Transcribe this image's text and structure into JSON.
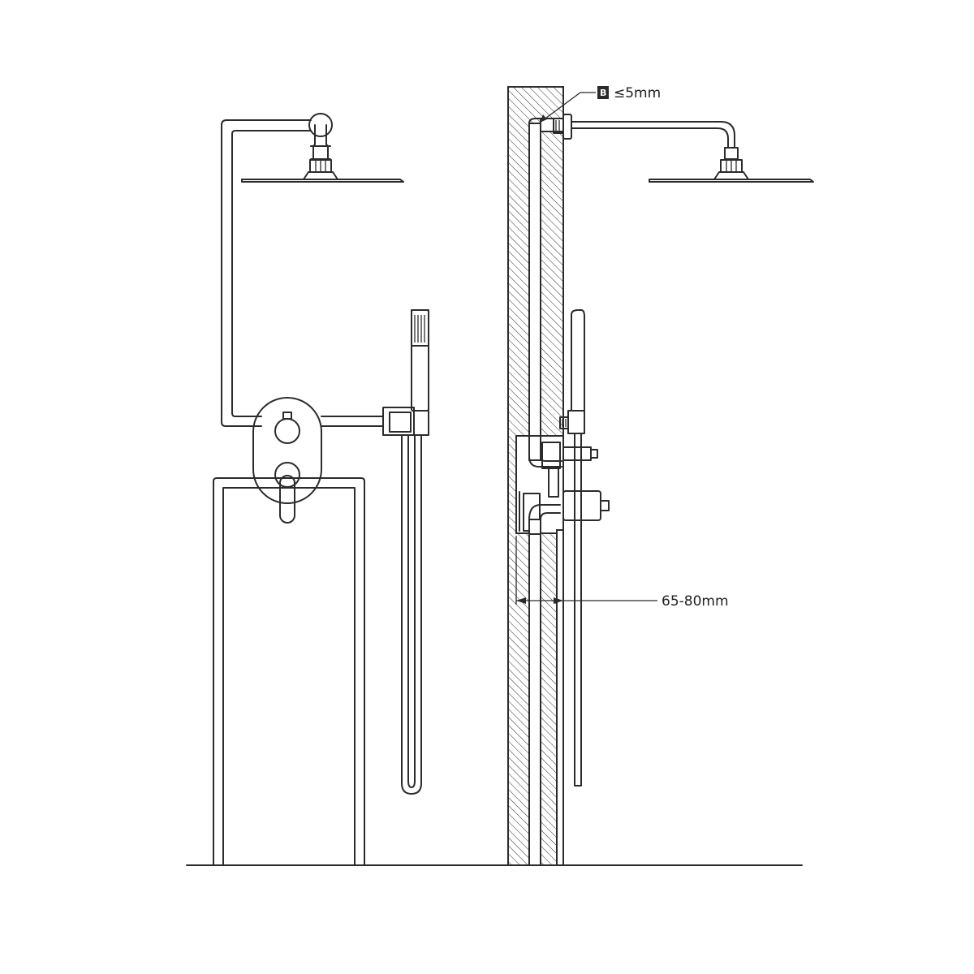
{
  "labels": {
    "badge": "B",
    "gap": "≤5mm",
    "depth": "65-80mm"
  },
  "colors": {
    "line": "#2b2b2b",
    "badge_bg": "#2b2b2b",
    "background": "#ffffff"
  }
}
